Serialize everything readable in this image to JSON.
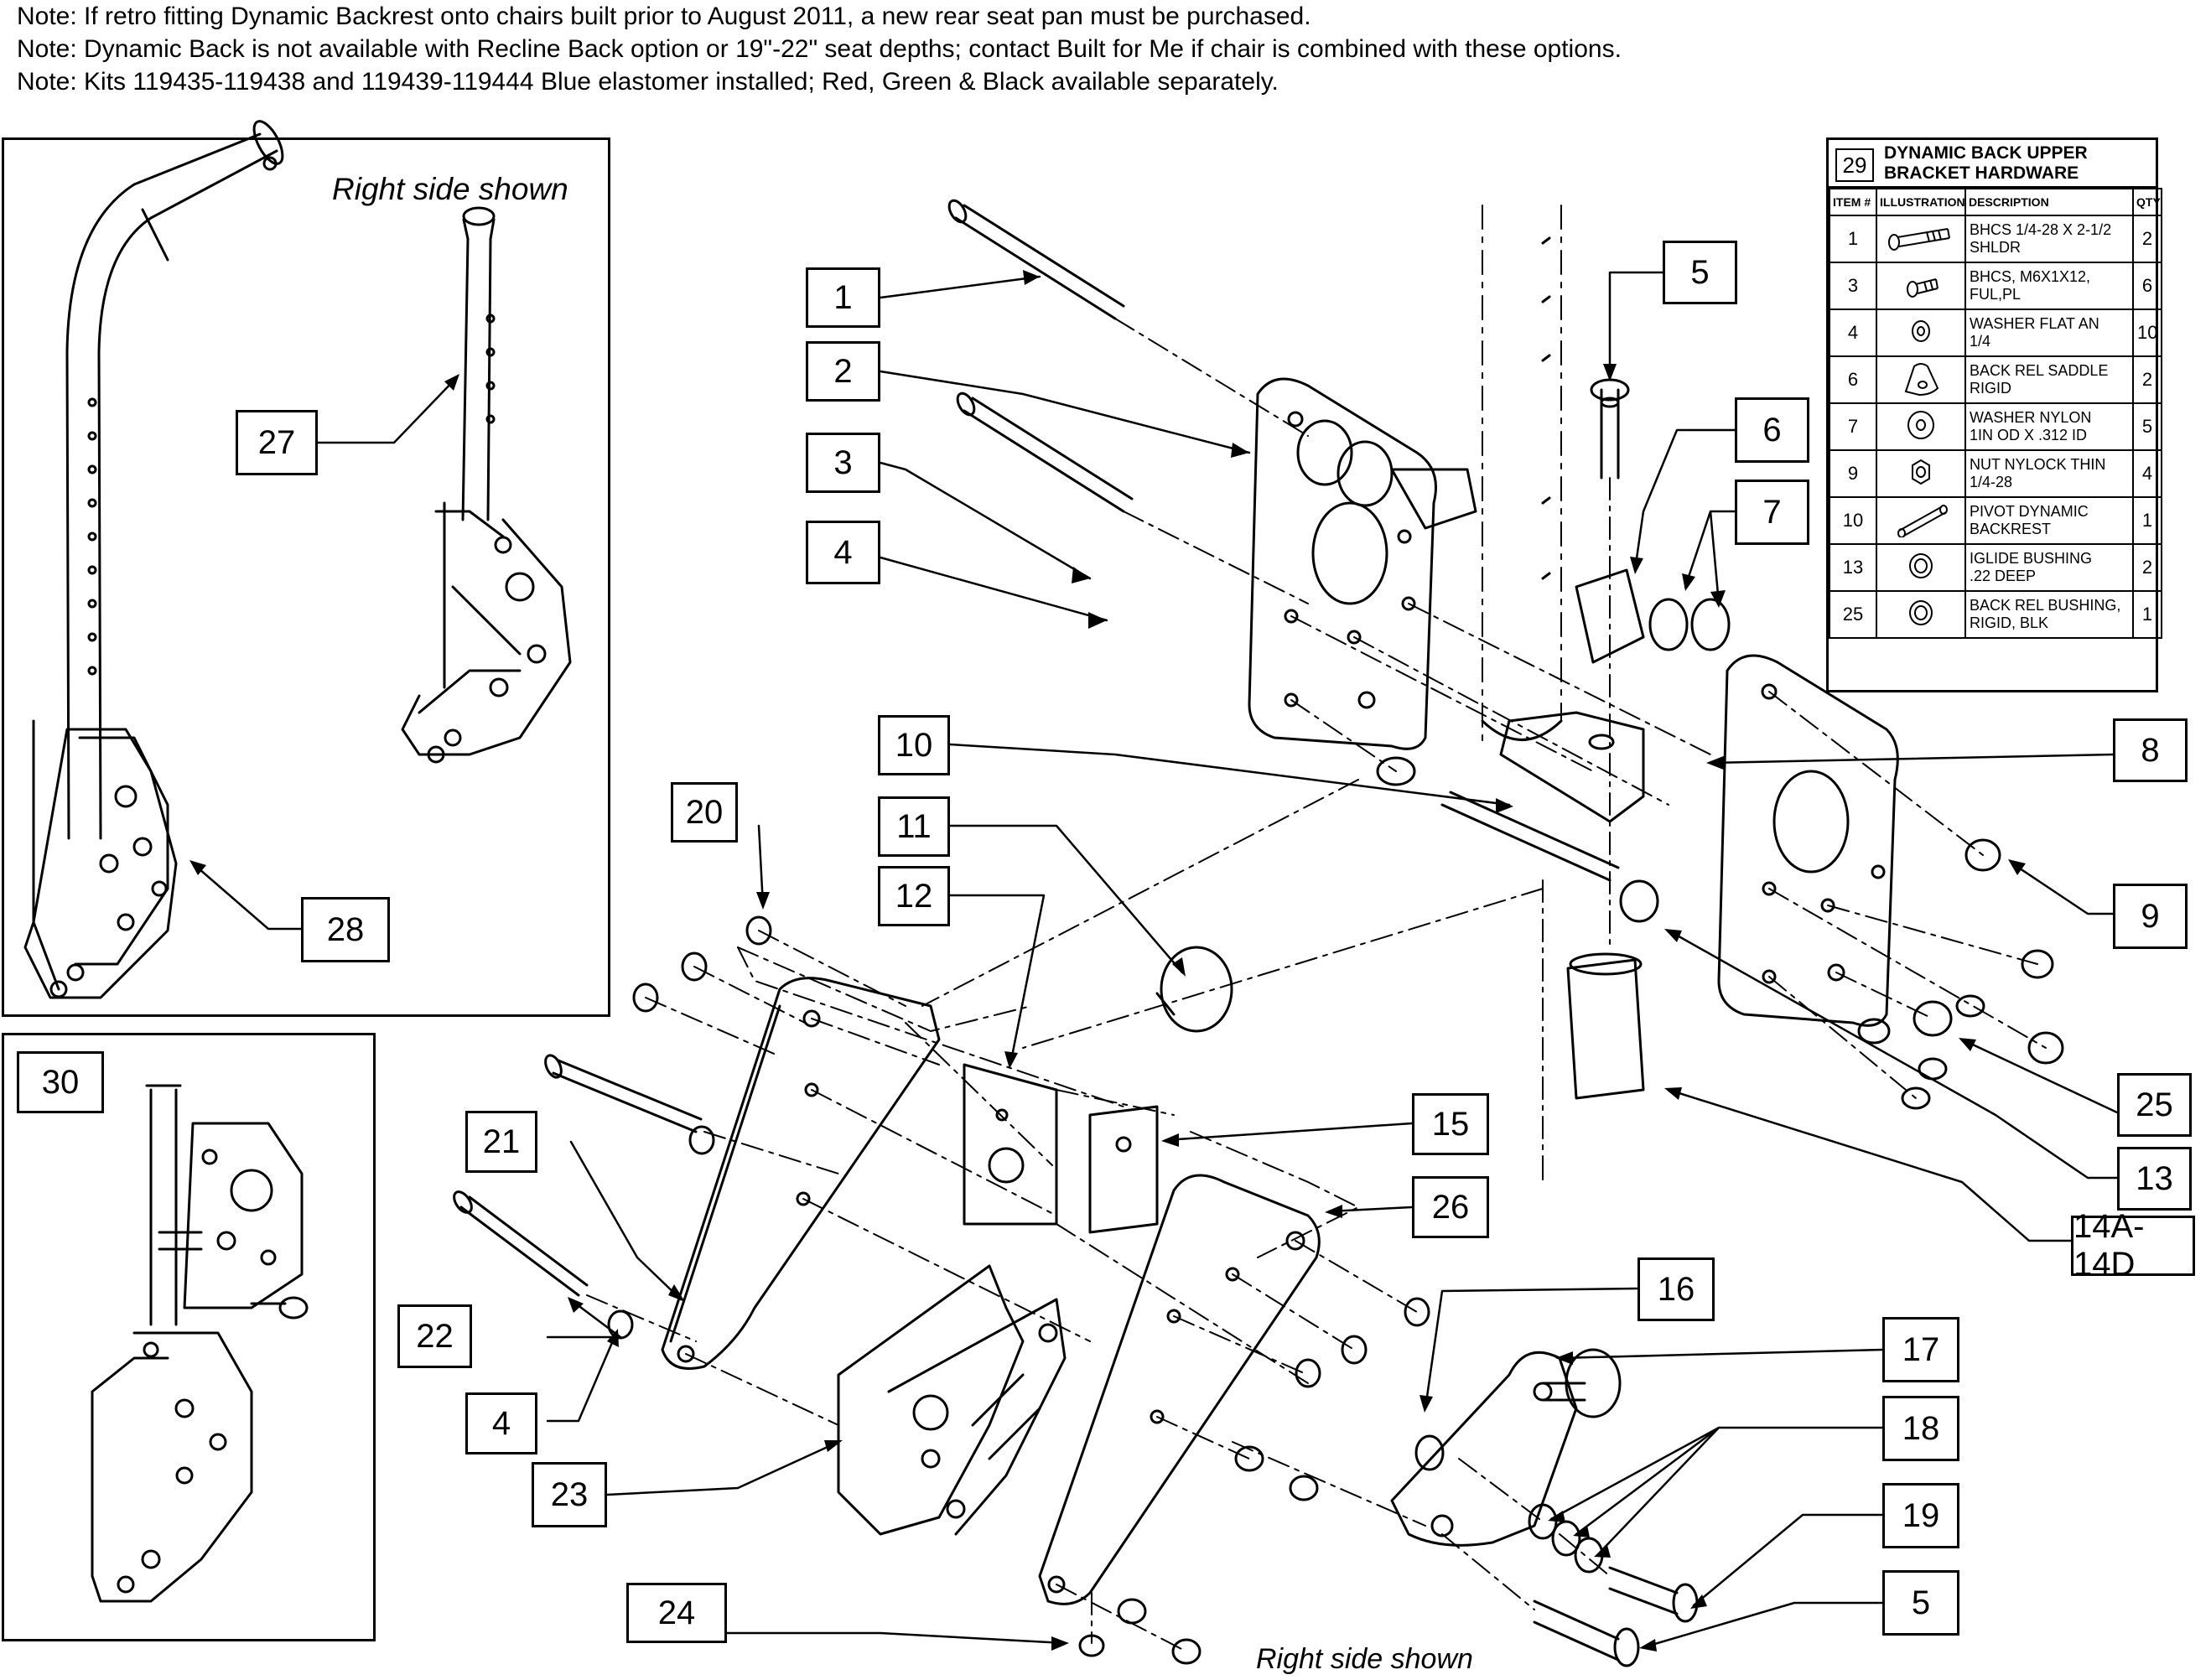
{
  "notes": [
    "Note: If retro fitting Dynamic Backrest onto chairs built prior to August 2011, a new rear seat pan must be purchased.",
    "Note: Dynamic Back is not available with Recline Back option or 19\"-22\" seat depths; contact Built for Me if chair is combined with these options.",
    "Note: Kits 119435-119438 and 119439-119444 Blue elastomer installed; Red, Green & Black available separately."
  ],
  "inset_top_left": {
    "caption": "Right side shown"
  },
  "main_caption": "Right side shown",
  "hardware_table": {
    "number": "29",
    "title_line1": "DYNAMIC BACK UPPER",
    "title_line2": "BRACKET HARDWARE",
    "headers": [
      "ITEM #",
      "ILLUSTRATION",
      "DESCRIPTION",
      "QTY"
    ],
    "rows": [
      {
        "item": "1",
        "illustration": "screw-icon",
        "desc1": "BHCS 1/4-28 X 2-1/2",
        "desc2": "SHLDR",
        "qty": "2"
      },
      {
        "item": "3",
        "illustration": "screw-icon",
        "desc1": "BHCS, M6X1X12,",
        "desc2": "FUL,PL",
        "qty": "6"
      },
      {
        "item": "4",
        "illustration": "washer-icon",
        "desc1": "WASHER FLAT AN",
        "desc2": "1/4",
        "qty": "10"
      },
      {
        "item": "6",
        "illustration": "saddle-icon",
        "desc1": "BACK REL SADDLE",
        "desc2": "RIGID",
        "qty": "2"
      },
      {
        "item": "7",
        "illustration": "washer-icon",
        "desc1": "WASHER NYLON",
        "desc2": "1IN OD X .312 ID",
        "qty": "5"
      },
      {
        "item": "9",
        "illustration": "nut-icon",
        "desc1": "NUT NYLOCK THIN",
        "desc2": "1/4-28",
        "qty": "4"
      },
      {
        "item": "10",
        "illustration": "pin-icon",
        "desc1": "PIVOT DYNAMIC",
        "desc2": "BACKREST",
        "qty": "1"
      },
      {
        "item": "13",
        "illustration": "bushing-icon",
        "desc1": "IGLIDE BUSHING",
        "desc2": ".22 DEEP",
        "qty": "2"
      },
      {
        "item": "25",
        "illustration": "bushing-icon",
        "desc1": "BACK REL BUSHING,",
        "desc2": "RIGID, BLK",
        "qty": "1"
      }
    ]
  },
  "callouts": [
    "1",
    "2",
    "3",
    "4",
    "5",
    "6",
    "7",
    "8",
    "9",
    "10",
    "11",
    "12",
    "13",
    "14A-14D",
    "15",
    "16",
    "17",
    "18",
    "19",
    "20",
    "21",
    "22",
    "23",
    "24",
    "25",
    "26",
    "27",
    "28",
    "30"
  ]
}
